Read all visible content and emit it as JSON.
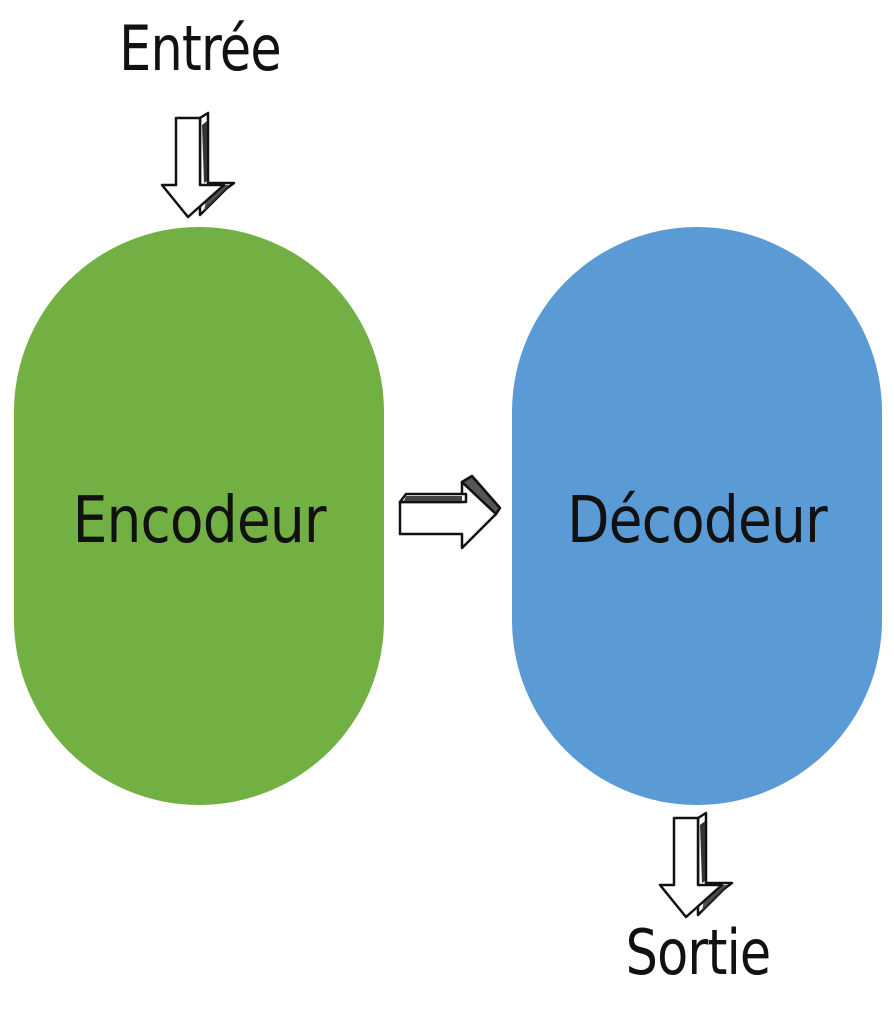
{
  "diagram": {
    "input_label": "Entrée",
    "output_label": "Sortie",
    "encoder": {
      "label": "Encodeur",
      "color": "#72b043"
    },
    "decoder": {
      "label": "Décodeur",
      "color": "#5b9bd5"
    },
    "arrows": [
      "input-to-encoder",
      "encoder-to-decoder",
      "decoder-to-output"
    ]
  }
}
